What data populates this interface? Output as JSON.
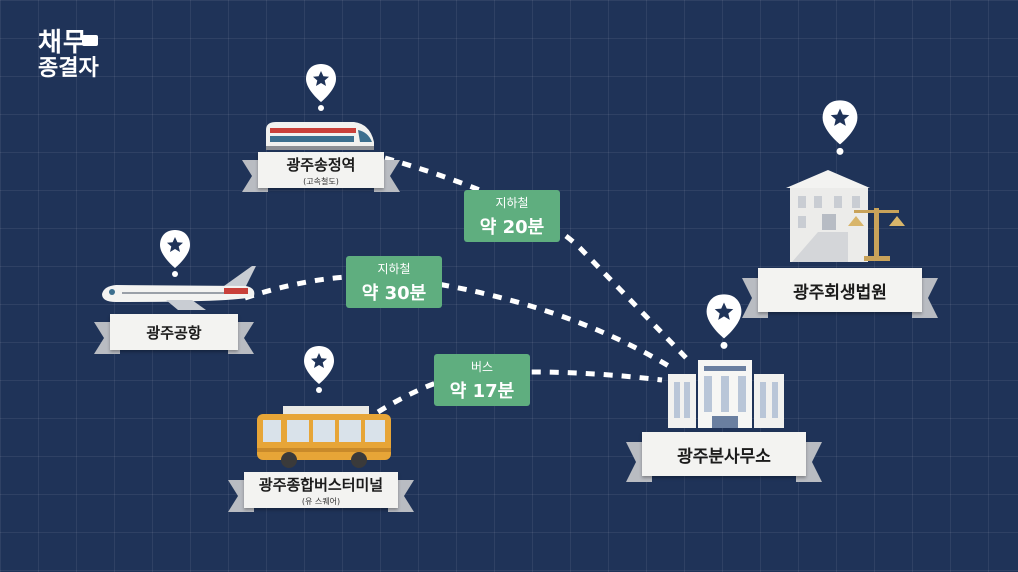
{
  "logo": {
    "line1": "채무",
    "line2": "종결자"
  },
  "places": {
    "songjeong": {
      "name": "광주송정역",
      "sub": "(고속철도)"
    },
    "airport": {
      "name": "광주공항"
    },
    "bus_terminal": {
      "name": "광주종합버스터미널",
      "sub": "(유 스퀘어)"
    },
    "court": {
      "name": "광주회생법원"
    },
    "office": {
      "name": "광주분사무소"
    }
  },
  "routes": {
    "songjeong": {
      "mode": "지하철",
      "duration": "약 20분"
    },
    "airport": {
      "mode": "지하철",
      "duration": "약 30분"
    },
    "bus": {
      "mode": "버스",
      "duration": "약 17분"
    }
  },
  "colors": {
    "background": "#1f3358",
    "route_label": "#5fae7f",
    "pin_star": "#1f3358",
    "banner": "#f3f3f1"
  }
}
